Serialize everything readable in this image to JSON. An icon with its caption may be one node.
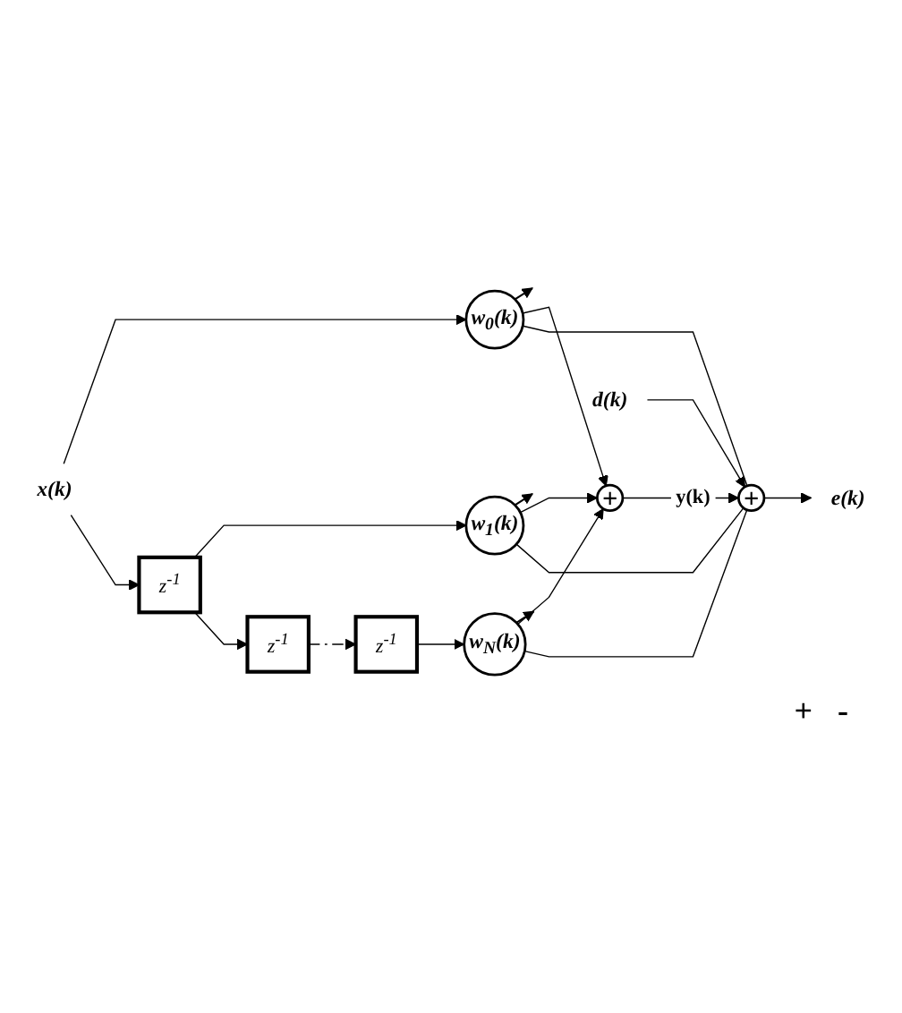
{
  "diagram": {
    "nodes": [
      {
        "text": [
          "x(k)"
        ]
      },
      {
        "text": [
          "w$_{0}$(k)"
        ]
      },
      {
        "text": [
          "z$^{-1}$"
        ]
      },
      {
        "text": [
          "w$_{1}$(k)"
        ]
      },
      {
        "text": [
          "z$^{-1}$"
        ]
      },
      {
        "text": [
          "z$^{-1}$"
        ]
      },
      {
        "text": [
          "w$_{N}$(k)"
        ]
      },
      {
        "text": [
          "+"
        ]
      },
      {
        "text": [
          "d(k)"
        ]
      },
      {
        "text": [
          "+"
        ]
      },
      {
        "text": [
          "e(k)"
        ]
      }
    ],
    "edges": [
      {
        "from": 0,
        "to": 1,
        "arrow": "to"
      },
      {
        "from": 0,
        "to": 2,
        "arrow": "to"
      },
      {
        "from": 2,
        "to": 3,
        "arrow": "to"
      },
      {
        "from": 2,
        "to": 4,
        "arrow": "to"
      },
      {
        "from": 4,
        "to": 5,
        "arrow": "to",
        "style": "dashed"
      },
      {
        "from": 5,
        "to": 6,
        "arrow": "to"
      },
      {
        "from": 1,
        "to": 7,
        "arrow": "to"
      },
      {
        "from": 3,
        "to": 7,
        "arrow": "to"
      },
      {
        "from": 6,
        "to": 7,
        "arrow": "to"
      },
      {
        "from": 7,
        "to": 9,
        "arrow": "to",
        "label": "y(k)"
      },
      {
        "from": 8,
        "to": 9,
        "arrow": "to"
      },
      {
        "from": 9,
        "to": 10,
        "arrow": "to"
      },
      {
        "from": 1,
        "to": 9,
        "arrow": "none"
      },
      {
        "from": 3,
        "to": 9,
        "arrow": "none"
      },
      {
        "from": 6,
        "to": 9,
        "arrow": "none"
      }
    ],
    "labels": [
      "+",
      "-"
    ]
  }
}
